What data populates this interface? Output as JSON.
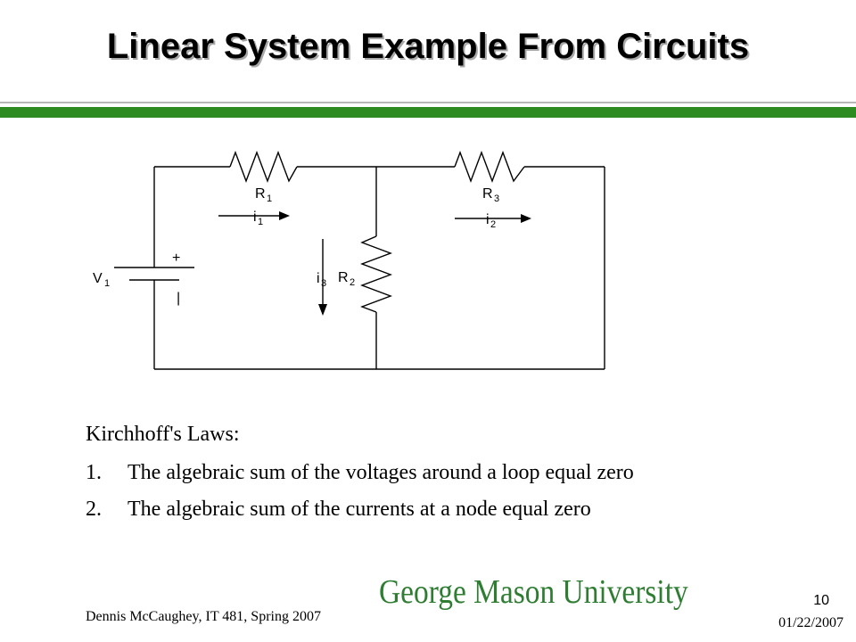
{
  "slide": {
    "title": "Linear System Example From Circuits",
    "colors": {
      "accent_bar": "#2e8b22",
      "logo": "#2e7d32"
    }
  },
  "circuit": {
    "source_label": "V",
    "source_sub": "1",
    "plus_sign": "+",
    "minus_sign": "|",
    "r1_label": "R",
    "r1_sub": "1",
    "r2_label": "R",
    "r2_sub": "2",
    "r3_label": "R",
    "r3_sub": "3",
    "i1_label": "i",
    "i1_sub": "1",
    "i2_label": "i",
    "i2_sub": "2",
    "i3_label": "i",
    "i3_sub": "3"
  },
  "content": {
    "heading": "Kirchhoff's Laws:",
    "items": [
      {
        "num": "1.",
        "text": "The algebraic sum of the voltages around a loop equal zero"
      },
      {
        "num": "2.",
        "text": "The algebraic sum of the currents at a node equal zero"
      }
    ]
  },
  "footer": {
    "author": "Dennis McCaughey, IT 481, Spring 2007",
    "logo_text": "George Mason University",
    "page_number": "10",
    "date": "01/22/2007"
  }
}
